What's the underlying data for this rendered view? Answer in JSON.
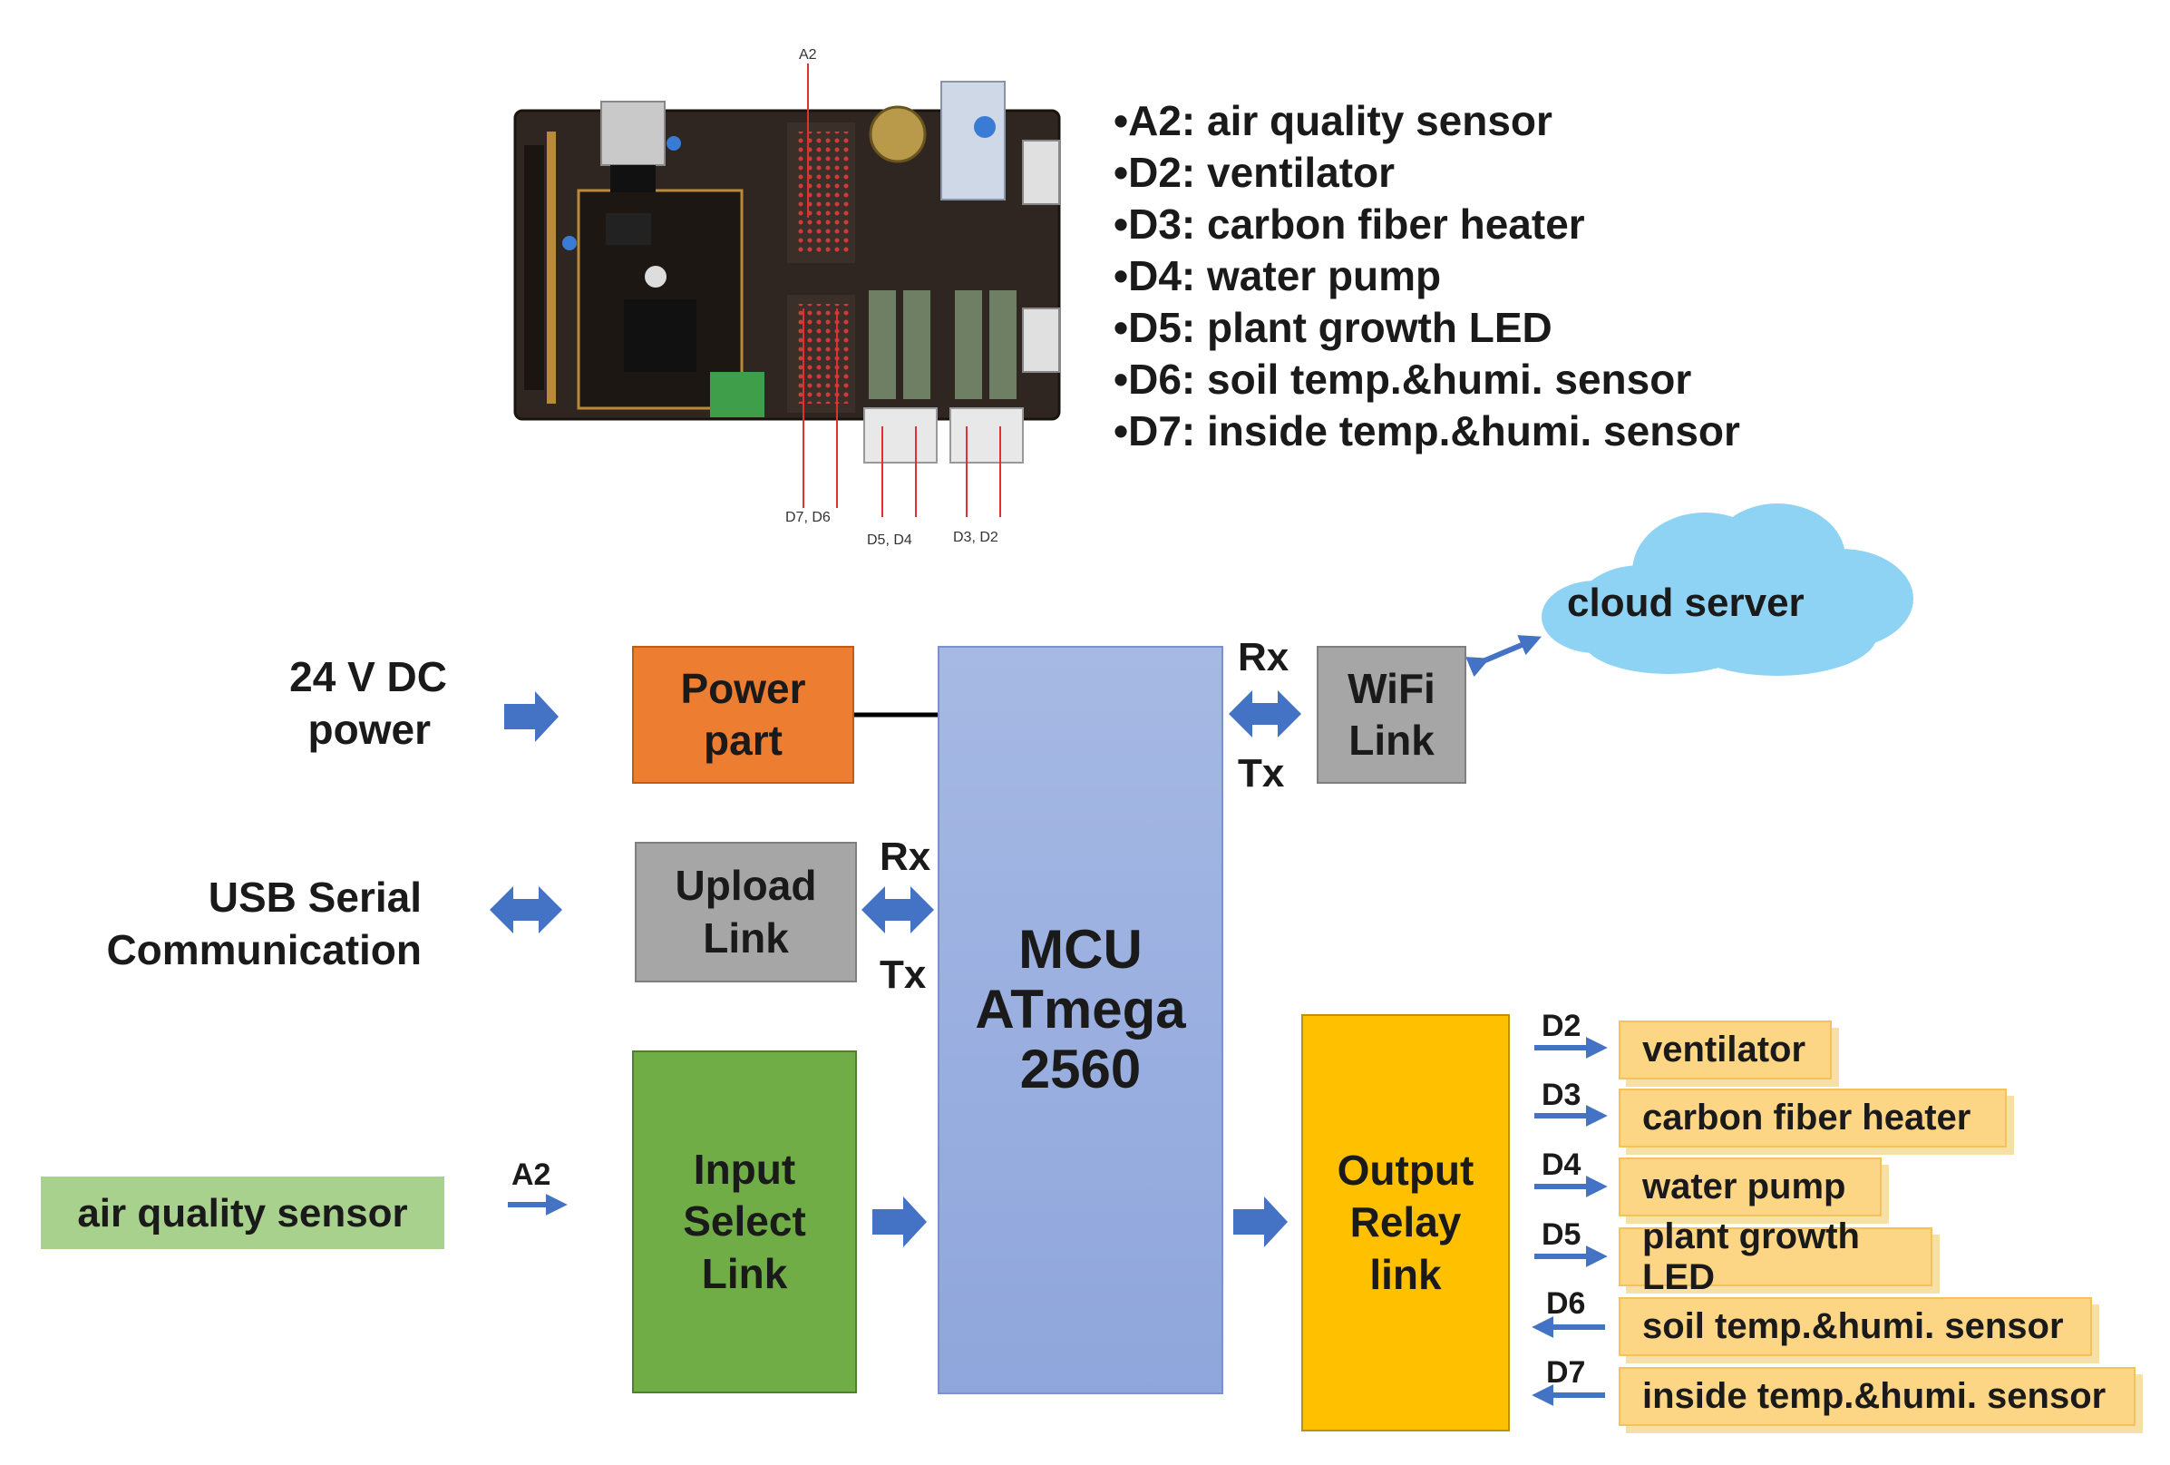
{
  "legend": [
    "•A2: air quality sensor",
    "•D2: ventilator",
    "•D3: carbon fiber heater",
    "•D4: water pump",
    "•D5: plant growth LED",
    "•D6: soil temp.&humi. sensor",
    "•D7: inside temp.&humi. sensor"
  ],
  "pcb_labels": {
    "a2": "A2",
    "d7_d6": "D7,  D6",
    "d5_d4": "D5,  D4",
    "d3_d2": "D3,  D2"
  },
  "external": {
    "power_line1": "24 V DC",
    "power_line2": "power",
    "usb_line1": "USB Serial",
    "usb_line2": "Communication",
    "sensor": "air quality sensor",
    "sensor_pin": "A2",
    "cloud": "cloud server"
  },
  "blocks": {
    "power_line1": "Power",
    "power_line2": "part",
    "upload_line1": "Upload",
    "upload_line2": "Link",
    "input_line1": "Input",
    "input_line2": "Select",
    "input_line3": "Link",
    "mcu_line1": "MCU",
    "mcu_line2": "ATmega",
    "mcu_line3": "2560",
    "wifi_line1": "WiFi",
    "wifi_line2": "Link",
    "output_line1": "Output",
    "output_line2": "Relay",
    "output_line3": "link"
  },
  "signals": {
    "wifi_rx": "Rx",
    "wifi_tx": "Tx",
    "upload_rx": "Rx",
    "upload_tx": "Tx"
  },
  "outputs": [
    {
      "pin": "D2",
      "label": "ventilator"
    },
    {
      "pin": "D3",
      "label": "carbon fiber heater"
    },
    {
      "pin": "D4",
      "label": "water pump"
    },
    {
      "pin": "D5",
      "label": "plant growth LED"
    },
    {
      "pin": "D6",
      "label": "soil temp.&humi. sensor"
    },
    {
      "pin": "D7",
      "label": "inside temp.&humi. sensor"
    }
  ],
  "colors": {
    "arrow": "#4472c4",
    "power": "#ed7d31",
    "gray": "#a6a6a6",
    "input": "#70ad47",
    "mcu": "#8faadc",
    "output": "#ffc000",
    "output_item": "#fcd585",
    "sensor": "#a9d18e",
    "cloud": "#8fd3f4"
  }
}
